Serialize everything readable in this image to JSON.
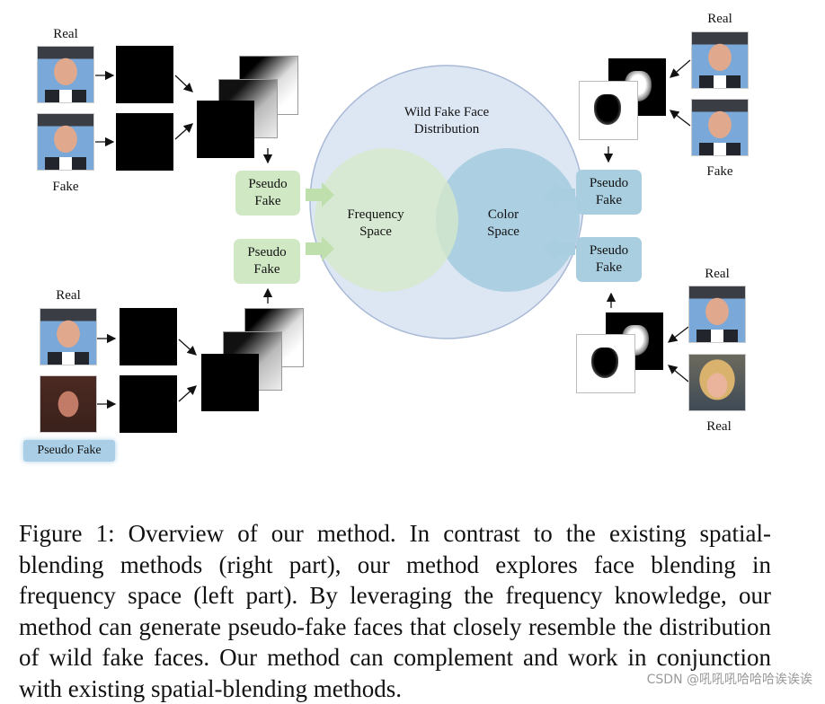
{
  "figure": {
    "top_left": {
      "real_label": "Real",
      "fake_label": "Fake"
    },
    "bottom_left": {
      "real_label": "Real",
      "pseudo_fake_label": "Pseudo Fake"
    },
    "top_right": {
      "real_label": "Real",
      "fake_label": "Fake"
    },
    "bottom_right": {
      "real_label_top": "Real",
      "real_label_bottom": "Real"
    },
    "pseudo_fake_boxes": {
      "left_top": [
        "Pseudo",
        "Fake"
      ],
      "left_bottom": [
        "Pseudo",
        "Fake"
      ],
      "right_top": [
        "Pseudo",
        "Fake"
      ],
      "right_bottom": [
        "Pseudo",
        "Fake"
      ]
    },
    "venn": {
      "outer_title": [
        "Wild Fake Face",
        "Distribution"
      ],
      "left_circle": [
        "Frequency",
        "Space"
      ],
      "right_circle": [
        "Color",
        "Space"
      ]
    },
    "colors": {
      "outer_circle": "#dde6f3",
      "frequency_circle": "#d6e9c8",
      "color_circle": "#a9cee0",
      "green_box": "#d1e8c4",
      "blue_box": "#a9cee0"
    }
  },
  "caption": "Figure 1: Overview of our method. In contrast to the existing spatial-blending methods (right part), our method explores face blending in frequency space (left part). By leveraging the frequency knowledge, our method can generate pseudo-fake faces that closely resemble the distribution of wild fake faces. Our method can complement and work in conjunction with existing spatial-blending methods.",
  "watermark": "CSDN @吼吼吼哈哈哈诶诶诶"
}
